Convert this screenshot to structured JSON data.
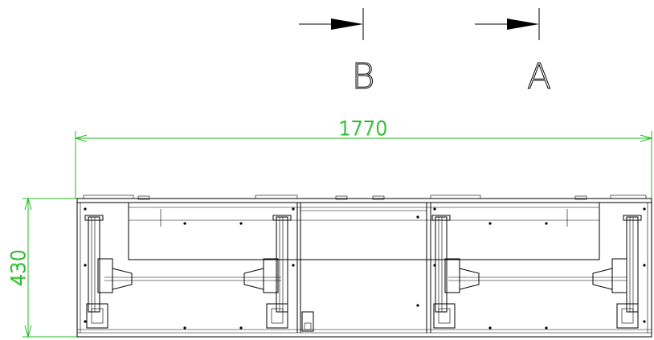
{
  "section_markers": [
    {
      "label": "B"
    },
    {
      "label": "A"
    }
  ],
  "dimensions": {
    "width_label": "1770",
    "height_label": "430"
  },
  "colors": {
    "dimension": "#22bb22",
    "drawing": "#000000"
  }
}
